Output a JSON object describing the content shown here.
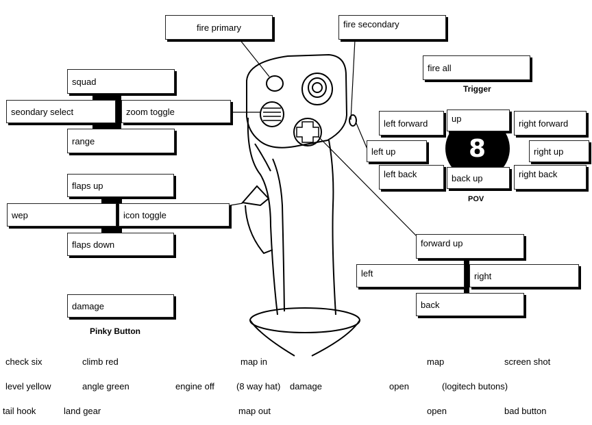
{
  "joystick": {
    "fire_primary": "fire primary",
    "fire_secondary": "fire secondary"
  },
  "trigger": {
    "fire_all": "fire all",
    "caption": "Trigger"
  },
  "left_hat": {
    "squad": "squad",
    "secondary_select": "seondary select",
    "zoom_toggle": "zoom toggle",
    "range": "range"
  },
  "side_hat": {
    "flaps_up": "flaps up",
    "wep": "wep",
    "icon_toggle": "icon toggle",
    "flaps_down": "flaps down"
  },
  "pinky": {
    "damage": "damage",
    "caption": "Pinky Button"
  },
  "pov": {
    "number": "8",
    "up": "up",
    "left_forward": "left forward",
    "right_forward": "right forward",
    "left_up": "left up",
    "right_up": "right up",
    "left_back": "left back",
    "back_up": "back up",
    "right_back": "right back",
    "caption": "POV"
  },
  "lower_hat": {
    "forward_up": "forward up",
    "left": "left",
    "right": "right",
    "back": "back"
  },
  "notes": {
    "r1": {
      "check_six": "check six",
      "climb_red": "climb red",
      "map_in": "map in",
      "map": "map",
      "screen_shot": "screen shot"
    },
    "r2": {
      "level_yellow": "level yellow",
      "angle_green": "angle green",
      "engine_off": "engine off",
      "eight_way_hat": "(8 way hat)",
      "damage": "damage",
      "open": "open",
      "logitech_buttons": "(logitech  butons)"
    },
    "r3": {
      "tail_hook": "tail hook",
      "land_gear": "land gear",
      "map_out": "map out",
      "open": "open",
      "bad_button": "bad button"
    }
  }
}
